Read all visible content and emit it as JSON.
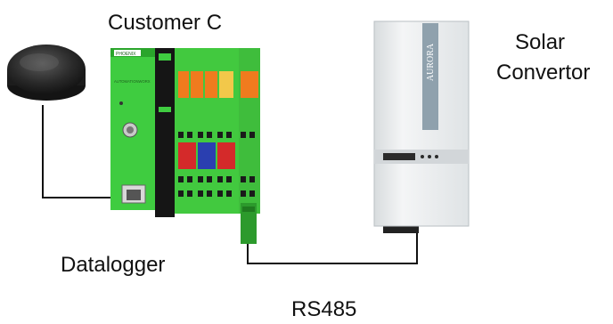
{
  "labels": {
    "customer": "Customer C",
    "solar_line1": "Solar",
    "solar_line2": "Convertor",
    "datalogger": "Datalogger",
    "bus": "RS485",
    "inverter_brand": "AURORA",
    "plc_brand": "PHOENIX",
    "plc_model": "AUTOMATIONWORX"
  },
  "colors": {
    "plc_green": "#39c23a",
    "plc_dark": "#1a1a1a",
    "terminal_red": "#d42a2a",
    "terminal_blue": "#2a3fb0",
    "module_orange": "#f07b1e",
    "inverter_body": "#eceeef",
    "inverter_stripe": "#8fa1ad",
    "wire": "#111111"
  },
  "icons": [
    "sensor-puck-icon",
    "plc-datalogger-icon",
    "solar-inverter-icon",
    "rs485-connector-icon"
  ]
}
